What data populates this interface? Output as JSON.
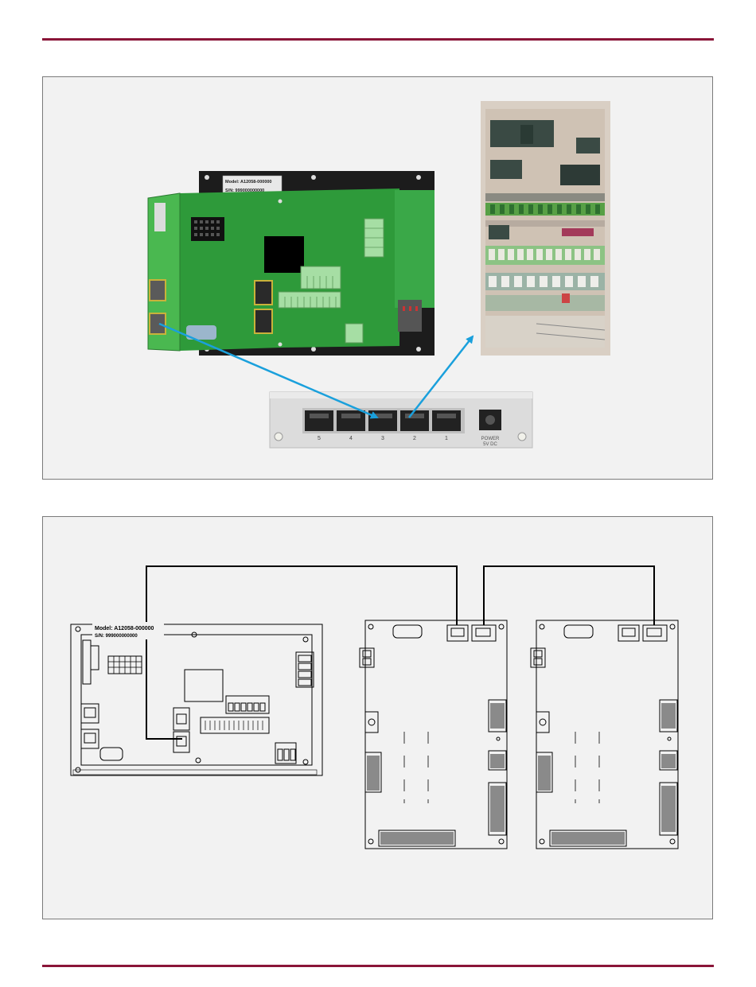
{
  "document": {
    "rule_color": "#8a1538",
    "panel_background": "#f2f2f2"
  },
  "photo_panel": {
    "controller_board": {
      "model_label": "Model: A12058-000000",
      "serial_label": "S/N: 999000000000"
    },
    "switch": {
      "port_labels": [
        "5",
        "4",
        "3",
        "2",
        "1"
      ],
      "power_label_line1": "POWER",
      "power_label_line2": "5V DC"
    },
    "arrow_color": "#1aa0dc"
  },
  "diagram_panel": {
    "controller_board": {
      "model_label": "Model: A12058-000000",
      "serial_label": "S/N: 999000000000"
    }
  }
}
